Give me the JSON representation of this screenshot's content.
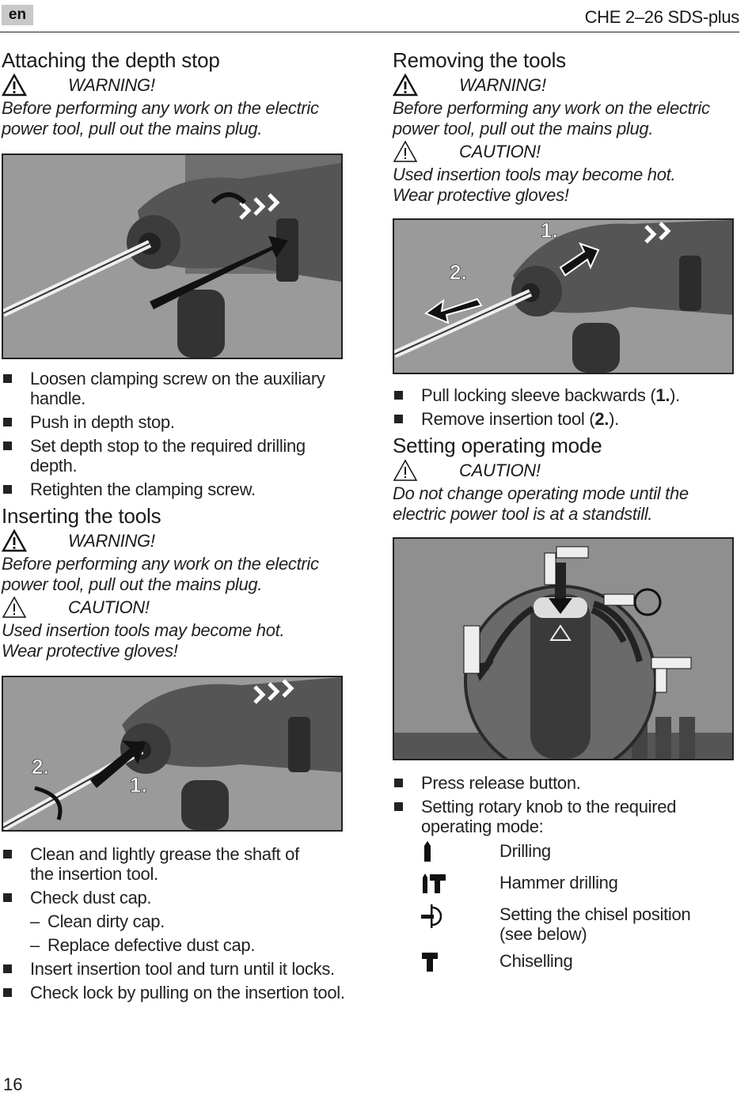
{
  "header": {
    "lang": "en",
    "model": "CHE 2–26 SDS-plus"
  },
  "depth_stop": {
    "title": "Attaching the depth stop",
    "warning_label": "WARNING!",
    "warning_text": "Before performing any work on the electric power tool, pull out the mains plug.",
    "steps": [
      "Loosen clamping screw on the auxiliary handle.",
      "Push in depth stop.",
      "Set depth stop to the required drilling depth.",
      "Retighten the clamping screw."
    ]
  },
  "inserting": {
    "title": "Inserting the tools",
    "warning_label": "WARNING!",
    "warning_text": "Before performing any work on the electric power tool, pull out the mains plug.",
    "caution_label": "CAUTION!",
    "caution_text": "Used insertion tools may become hot. Wear protective gloves!",
    "fig_label_2": "2.",
    "fig_label_1": "1.",
    "steps": [
      "Clean and lightly grease the shaft of the insertion tool.",
      "Check dust cap."
    ],
    "sub_steps": [
      "Clean dirty cap.",
      "Replace defective dust cap."
    ],
    "steps2": [
      "Insert insertion tool and turn until it locks.",
      "Check lock by pulling on the insertion tool."
    ]
  },
  "removing": {
    "title": "Removing the tools",
    "warning_label": "WARNING!",
    "warning_text": "Before performing any work on the electric power tool, pull out the mains plug.",
    "caution_label": "CAUTION!",
    "caution_text": "Used insertion tools may become hot. Wear protective gloves!",
    "fig_label_1": "1.",
    "fig_label_2": "2.",
    "steps_a": [
      "Pull locking sleeve backwards (",
      "1.",
      ")."
    ],
    "steps_b": [
      "Remove insertion tool (",
      "2.",
      ")."
    ]
  },
  "mode": {
    "title": "Setting operating mode",
    "caution_label": "CAUTION!",
    "caution_text": "Do not change operating mode until the electric power tool is at a standstill.",
    "steps": [
      "Press release button.",
      "Setting rotary knob to the required operating mode:"
    ],
    "modes": [
      {
        "icon": "drill-icon",
        "label": "Drilling"
      },
      {
        "icon": "hammer-drill-icon",
        "label": "Hammer drilling"
      },
      {
        "icon": "chisel-position-icon",
        "label": "Setting the chisel position (see below)"
      },
      {
        "icon": "chisel-icon",
        "label": "Chiselling"
      }
    ]
  },
  "page_number": "16"
}
